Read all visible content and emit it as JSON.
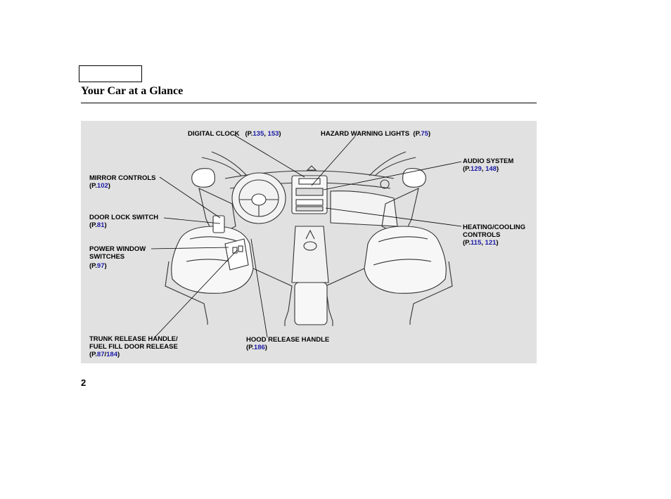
{
  "page": {
    "title": "Your Car at a Glance",
    "number": "2"
  },
  "callouts": {
    "digital_clock": {
      "label": "DIGITAL CLOCK",
      "refs": [
        "135",
        "153"
      ]
    },
    "hazard_lights": {
      "label": "HAZARD WARNING LIGHTS",
      "refs": [
        "75"
      ]
    },
    "audio_system": {
      "label": "AUDIO SYSTEM",
      "refs": [
        "129",
        "148"
      ]
    },
    "mirror_controls": {
      "label": "MIRROR CONTROLS",
      "refs": [
        "102"
      ]
    },
    "door_lock_switch": {
      "label": "DOOR LOCK SWITCH",
      "refs": [
        "81"
      ]
    },
    "heating_cooling": {
      "label_line1": "HEATING/COOLING",
      "label_line2": "CONTROLS",
      "refs": [
        "115",
        "121"
      ]
    },
    "power_window": {
      "label_line1": "POWER WINDOW",
      "label_line2": "SWITCHES",
      "refs": [
        "97"
      ]
    },
    "trunk_release": {
      "label_line1": "TRUNK RELEASE HANDLE/",
      "label_line2": "FUEL FILL DOOR RELEASE",
      "refs": [
        "87",
        "184"
      ]
    },
    "hood_release": {
      "label": "HOOD RELEASE HANDLE",
      "refs": [
        "186"
      ]
    }
  },
  "ref_prefix": "(P.",
  "ref_suffix": ")",
  "colors": {
    "link": "#1a1aa6",
    "panel": "#e1e1e1"
  }
}
